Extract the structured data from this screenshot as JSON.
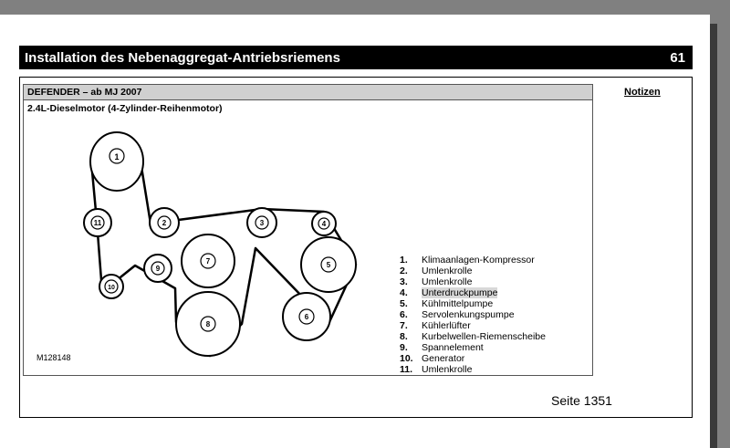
{
  "header": {
    "title": "Installation des Nebenaggregat-Antriebsriemens",
    "page_number": "61"
  },
  "notes_label": "Notizen",
  "box": {
    "header": "DEFENDER – ab MJ 2007",
    "subtitle": "2.4L-Dieselmotor (4-Zylinder-Reihenmotor)",
    "figure_ref": "M128148"
  },
  "pulley_labels": [
    "1",
    "2",
    "3",
    "4",
    "5",
    "6",
    "7",
    "8",
    "9",
    "10",
    "11"
  ],
  "legend": [
    {
      "num": "1.",
      "label": "Klimaanlagen-Kompressor"
    },
    {
      "num": "2.",
      "label": "Umlenkrolle"
    },
    {
      "num": "3.",
      "label": "Umlenkrolle"
    },
    {
      "num": "4.",
      "label": "Unterdruckpumpe"
    },
    {
      "num": "5.",
      "label": "Kühlmittelpumpe"
    },
    {
      "num": "6.",
      "label": "Servolenkungspumpe"
    },
    {
      "num": "7.",
      "label": "Kühlerlüfter"
    },
    {
      "num": "8.",
      "label": "Kurbelwellen-Riemenscheibe"
    },
    {
      "num": "9.",
      "label": "Spannelement"
    },
    {
      "num": "10.",
      "label": "Generator"
    },
    {
      "num": "11.",
      "label": "Umlenkrolle"
    }
  ],
  "footer": {
    "page_label": "Seite 1351"
  }
}
